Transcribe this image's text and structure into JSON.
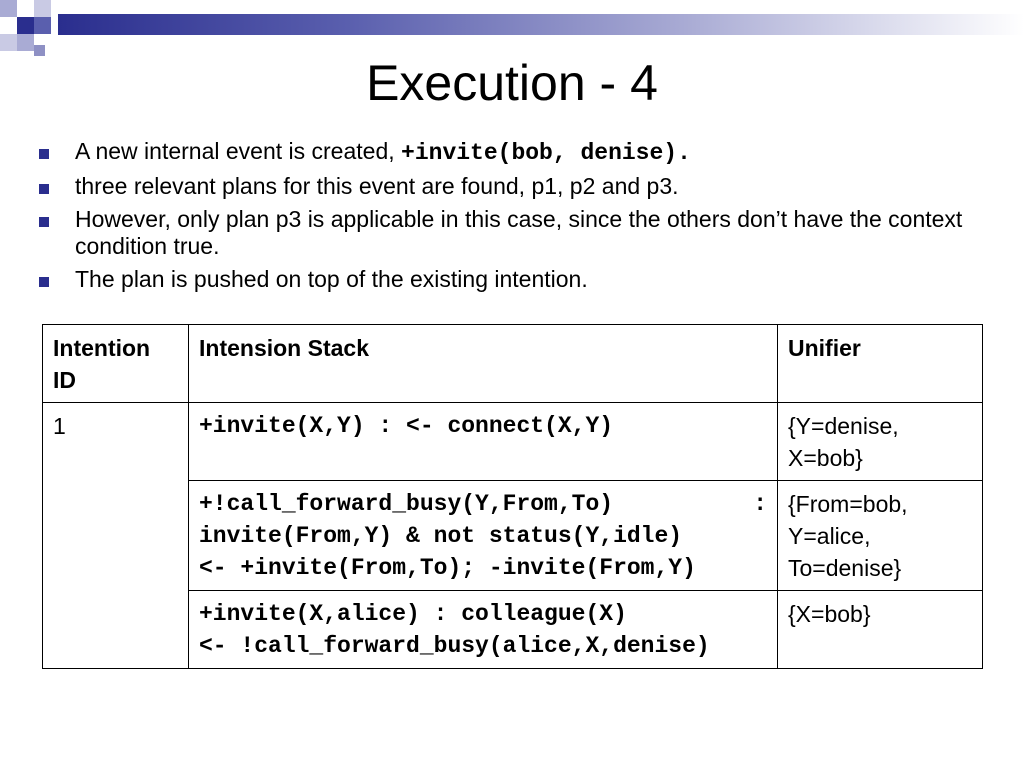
{
  "slide": {
    "title": "Execution - 4",
    "accent_color": "#2a2e8e"
  },
  "bullets": [
    {
      "text": "A new internal event is created, ",
      "code": "+invite(bob, denise)."
    },
    {
      "text": "three relevant plans for this event are found, p1, p2 and p3."
    },
    {
      "text": "However, only plan p3 is applicable in this case, since the others don’t have the context condition true."
    },
    {
      "text": "The plan is pushed on top of the existing intention."
    }
  ],
  "table": {
    "headers": [
      "Intention ID",
      "Intension Stack",
      "Unifier"
    ],
    "intention_id": "1",
    "rows": [
      {
        "stack": [
          "+invite(X,Y) : <- connect(X,Y)"
        ],
        "unifier": [
          "{Y=denise,",
          "X=bob}"
        ]
      },
      {
        "stack_first_left": "+!call_forward_busy(Y,From,To)",
        "stack_first_right": ":",
        "stack": [
          "invite(From,Y) & not status(Y,idle)",
          "<- +invite(From,To); -invite(From,Y)"
        ],
        "unifier": [
          "{From=bob,",
          "Y=alice,",
          "To=denise}"
        ]
      },
      {
        "stack": [
          "+invite(X,alice) : colleague(X)",
          "<- !call_forward_busy(alice,X,denise)"
        ],
        "unifier": [
          "{X=bob}"
        ]
      }
    ]
  }
}
